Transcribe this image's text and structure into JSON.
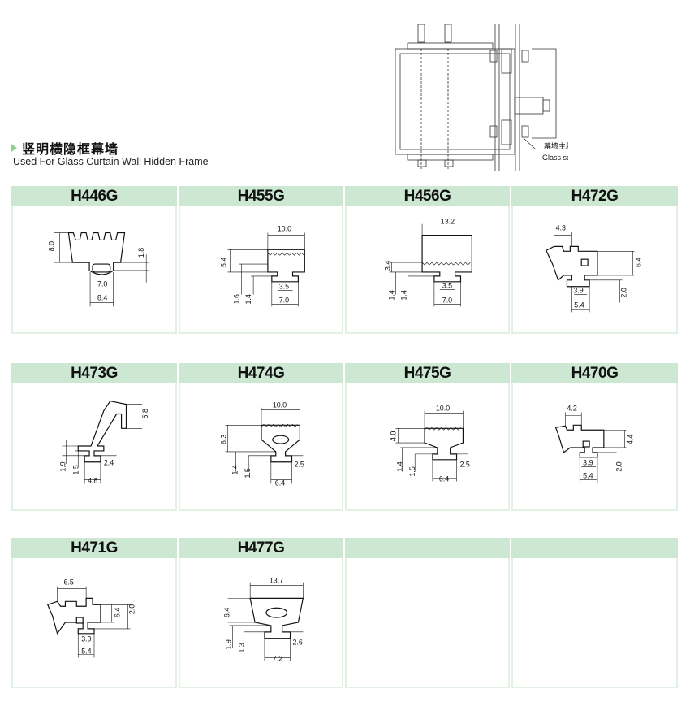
{
  "header": {
    "title_zh": "竖明横隐框幕墙",
    "title_en": "Used For Glass Curtain Wall Hidden Frame",
    "diagram_label_zh": "幕墙主胶",
    "diagram_label_en": "Glass sealing gasket"
  },
  "colors": {
    "header_bg": "#cde8d2",
    "border": "#e3f1e5",
    "accent": "#8fd08f"
  },
  "products": [
    {
      "code": "H446G",
      "dims": [
        "8.0",
        "1.8",
        "7.0",
        "8.4"
      ]
    },
    {
      "code": "H455G",
      "dims": [
        "10.0",
        "5.4",
        "1.6",
        "1.4",
        "3.5",
        "7.0"
      ]
    },
    {
      "code": "H456G",
      "dims": [
        "13.2",
        "3.4",
        "1.4",
        "1.4",
        "3.5",
        "7.0"
      ]
    },
    {
      "code": "H472G",
      "dims": [
        "4.3",
        "6.4",
        "3.9",
        "2.0",
        "5.4"
      ]
    },
    {
      "code": "H473G",
      "dims": [
        "5.8",
        "1.9",
        "1.5",
        "2.4",
        "4.8"
      ]
    },
    {
      "code": "H474G",
      "dims": [
        "10.0",
        "6.3",
        "1.4",
        "1.5",
        "2.5",
        "6.4"
      ]
    },
    {
      "code": "H475G",
      "dims": [
        "10.0",
        "4.0",
        "1.4",
        "1.5",
        "2.5",
        "6.4"
      ]
    },
    {
      "code": "H470G",
      "dims": [
        "4.2",
        "4.4",
        "3.9",
        "2.0",
        "5.4"
      ]
    },
    {
      "code": "H471G",
      "dims": [
        "6.5",
        "6.4",
        "2.0",
        "3.9",
        "5.4"
      ]
    },
    {
      "code": "H477G",
      "dims": [
        "13.7",
        "6.4",
        "1.9",
        "1.3",
        "2.6",
        "7.2"
      ]
    }
  ]
}
